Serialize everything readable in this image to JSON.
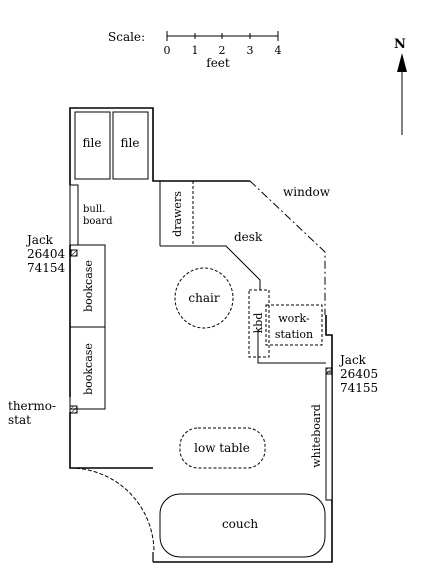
{
  "scale": {
    "label": "Scale:",
    "ticks": [
      "0",
      "1",
      "2",
      "3",
      "4"
    ],
    "unit": "feet"
  },
  "north": {
    "label": "N"
  },
  "labels": {
    "file1": "file",
    "file2": "file",
    "bulletin_board": [
      "bull.",
      "board"
    ],
    "drawers": "drawers",
    "window": "window",
    "desk": "desk",
    "chair": "chair",
    "kbd": "kbd",
    "workstation": [
      "work-",
      "station"
    ],
    "bookcase_upper": "bookcase",
    "bookcase_lower": "bookcase",
    "low_table": "low table",
    "whiteboard": "whiteboard",
    "couch": "couch",
    "jack_west": [
      "Jack",
      "26404",
      "74154"
    ],
    "jack_east": [
      "Jack",
      "26405",
      "74155"
    ],
    "thermostat": [
      "thermo-",
      "stat"
    ]
  }
}
